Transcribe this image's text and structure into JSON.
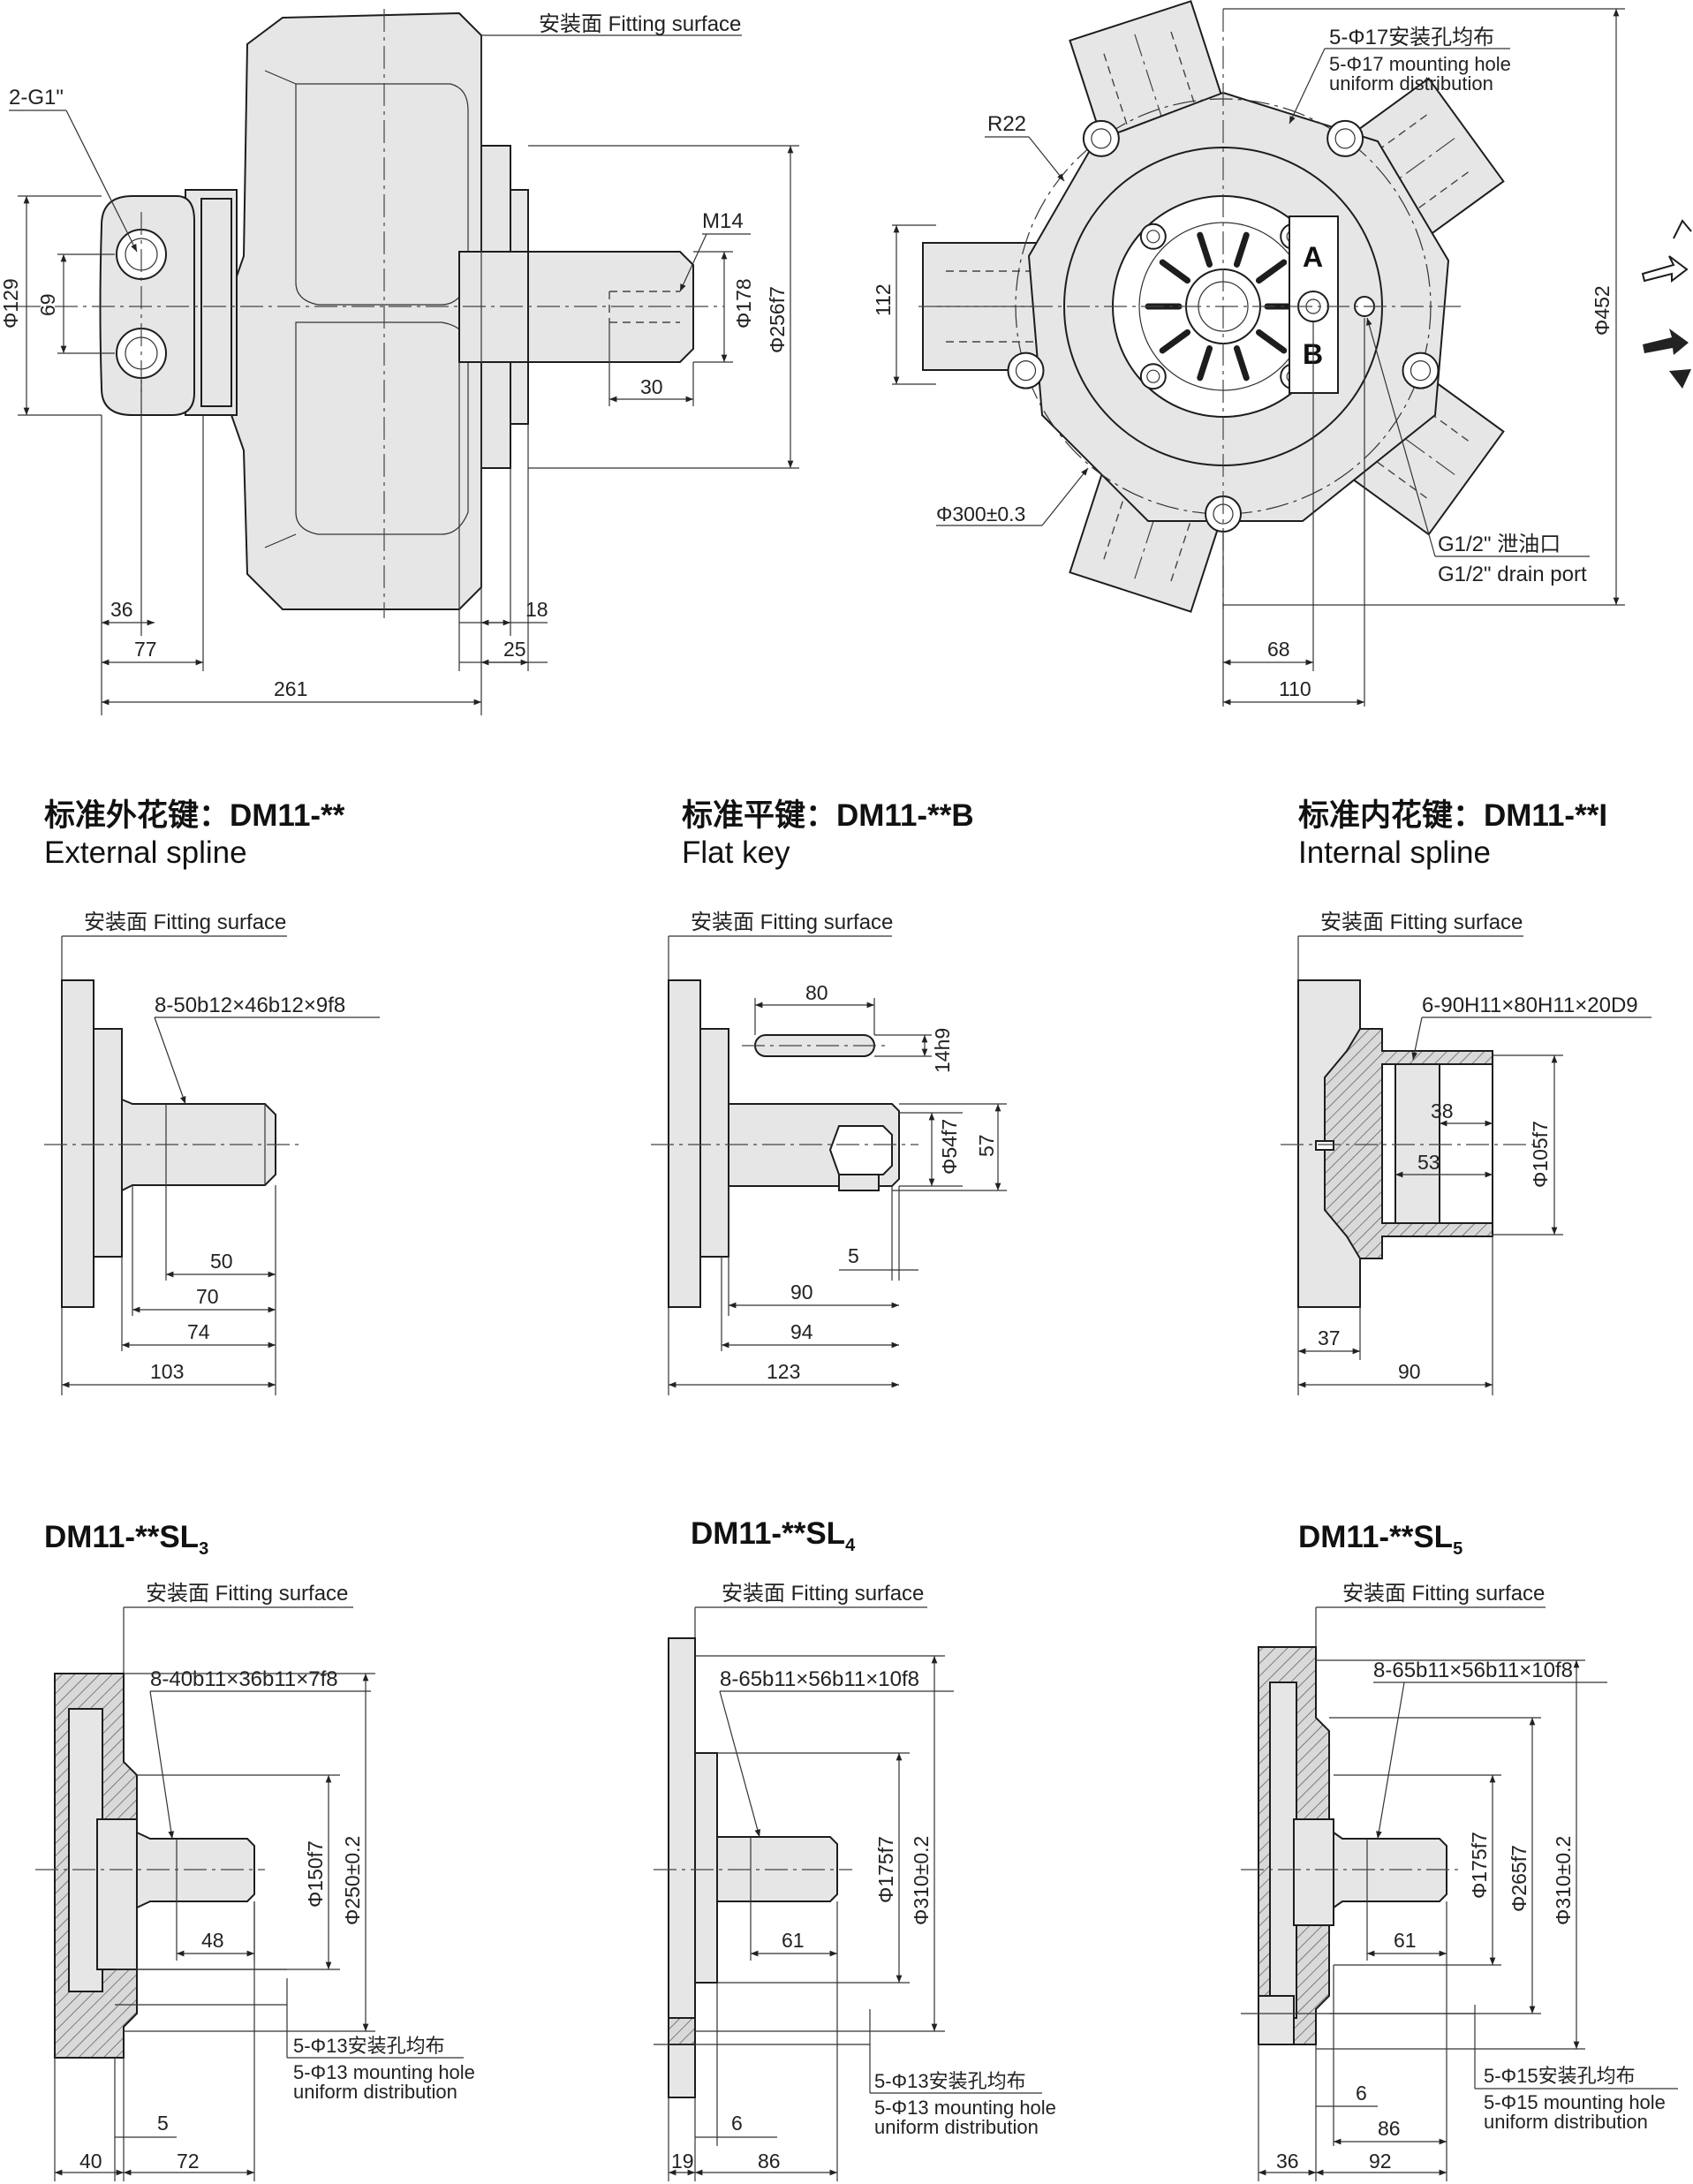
{
  "common": {
    "fitting_surface": "安装面 Fitting surface"
  },
  "top_side_view": {
    "ports": "2-G1\"",
    "thread": "M14",
    "dims": {
      "phi129": "Φ129",
      "d69": "69",
      "phi178": "Φ178",
      "phi256f7": "Φ256f7",
      "d30": "30",
      "d36": "36",
      "d77": "77",
      "d261": "261",
      "d18": "18",
      "d25": "25"
    }
  },
  "top_front_view": {
    "mounting_cn": "5-Φ17安装孔均布",
    "mounting_en1": "5-Φ17 mounting hole",
    "mounting_en2": "uniform distribution",
    "radius": "R22",
    "port_a": "A",
    "port_b": "B",
    "drain_cn": "G1/2\" 泄油口",
    "drain_en": "G1/2\" drain port",
    "dims": {
      "d112": "112",
      "phi300": "Φ300±0.3",
      "phi452": "Φ452",
      "d68": "68",
      "d110": "110"
    }
  },
  "external_spline": {
    "title_cn": "标准外花键：DM11-**",
    "title_en": "External spline",
    "spec": "8-50b12×46b12×9f8",
    "dims": {
      "d50": "50",
      "d70": "70",
      "d74": "74",
      "d103": "103"
    }
  },
  "flat_key": {
    "title_cn": "标准平键：DM11-**B",
    "title_en": "Flat key",
    "dims": {
      "d80": "80",
      "d14h9": "14h9",
      "phi54f7": "Φ54f7",
      "d57": "57",
      "d5": "5",
      "d90": "90",
      "d94": "94",
      "d123": "123"
    }
  },
  "internal_spline": {
    "title_cn": "标准内花键：DM11-**I",
    "title_en": "Internal spline",
    "spec": "6-90H11×80H11×20D9",
    "dims": {
      "d38": "38",
      "d53": "53",
      "phi105f7": "Φ105f7",
      "d37": "37",
      "d90": "90"
    }
  },
  "sl3": {
    "title": "DM11-**SL",
    "subscript": "3",
    "spec": "8-40b11×36b11×7f8",
    "holes_cn": "5-Φ13安装孔均布",
    "holes_en1": "5-Φ13 mounting hole",
    "holes_en2": "uniform distribution",
    "dims": {
      "phi150f7": "Φ150f7",
      "phi250": "Φ250±0.2",
      "d48": "48",
      "d5": "5",
      "d40": "40",
      "d72": "72"
    }
  },
  "sl4": {
    "title": "DM11-**SL",
    "subscript": "4",
    "spec": "8-65b11×56b11×10f8",
    "holes_cn": "5-Φ13安装孔均布",
    "holes_en1": "5-Φ13 mounting hole",
    "holes_en2": "uniform distribution",
    "dims": {
      "phi175f7": "Φ175f7",
      "phi310": "Φ310±0.2",
      "d61": "61",
      "d6": "6",
      "d19": "19",
      "d86": "86"
    }
  },
  "sl5": {
    "title": "DM11-**SL",
    "subscript": "5",
    "spec": "8-65b11×56b11×10f8",
    "holes_cn": "5-Φ15安装孔均布",
    "holes_en1": "5-Φ15 mounting hole",
    "holes_en2": "uniform distribution",
    "dims": {
      "phi175f7": "Φ175f7",
      "phi265f7": "Φ265f7",
      "phi310": "Φ310±0.2",
      "d61": "61",
      "d6": "6",
      "d86": "86",
      "d36": "36",
      "d92": "92"
    }
  }
}
